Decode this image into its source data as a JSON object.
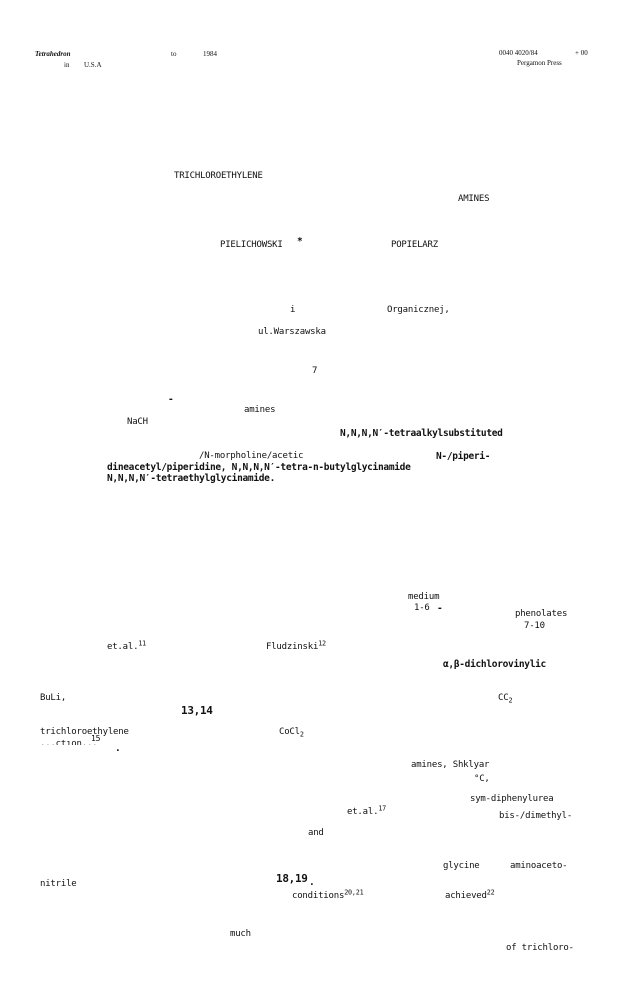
{
  "header": {
    "journal": "Tetrahedron",
    "to": "to",
    "year": "1984",
    "printed_in": "in",
    "country": "U.S.A",
    "code": "0040 4020/84",
    "price": "+ 00",
    "publisher": "Pergamon Press"
  },
  "title": {
    "line1": "TRICHLOROETHYLENE",
    "line2": "AMINES"
  },
  "authors": {
    "author1": "PIELICHOWSKI",
    "star": "*",
    "author2": "POPIELARZ"
  },
  "affiliation": {
    "numeral": "i",
    "institute": "Organicznej,",
    "street": "ul.Warszawska",
    "number": "7"
  },
  "abstract": {
    "dash": "-",
    "amines": "amines",
    "nah": "NaCH",
    "tetraalkyl": "N,N,N,N′-tetraalkylsubstituted",
    "morpholine": "/N-morpholine/acetic",
    "piperi": "N-/piperi-",
    "line2": "dineacetyl/piperidine, N,N,N,N′-tetra-n-butylglycinamide",
    "line3": "N,N,N,N′-tetraethylglycinamide."
  },
  "body": {
    "medium": "medium",
    "range_a": "1-6",
    "range_dash": "-",
    "phenolates": "phenolates",
    "ref7_10": "7-10",
    "etal11": "et.al.",
    "etal11_sup": "11",
    "fludzinski": "Fludzinski",
    "fludzinski_sup": "12",
    "dichlorovinylic": "α,β-dichlorovinylic",
    "buli": "BuLi,",
    "cc2": "CC",
    "cc2_sub": "2",
    "ref13_14": "13,14",
    "trichloroethylene": "trichloroethylene",
    "cocl2": "CoCl",
    "cocl2_sub": "2",
    "ref15_text": "...ction...",
    "ref15": "15",
    "dot": ".",
    "amines_shklyar": "amines, Shklyar",
    "degc": "°C,",
    "diphenylurea": "sym-diphenylurea",
    "etal17": "et.al.",
    "etal17_sup": "17",
    "bisdimethyl": "bis-/dimethyl-",
    "and": "and",
    "glycine": "glycine",
    "aminoaceto": "aminoaceto-",
    "nitrile": "nitrile",
    "ref18_19": "18,19",
    "ref18_dot": ".",
    "conditions": "conditions",
    "conditions_sup": "20,21",
    "achieved": "achieved",
    "achieved_sup": "22",
    "much": "much",
    "of_trichloro": "of trichloro-"
  }
}
